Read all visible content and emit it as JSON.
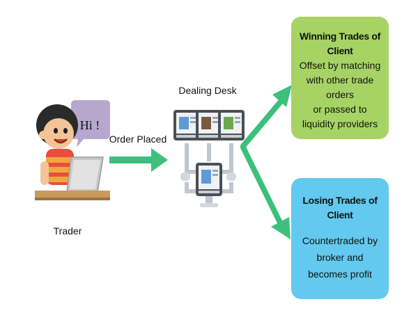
{
  "trader": {
    "speech": "Hi !",
    "label": "Trader"
  },
  "arrow_main": {
    "label": "Order Placed"
  },
  "dealing_desk": {
    "label": "Dealing Desk"
  },
  "winning_box": {
    "title": "Winning Trades of Client",
    "lines": [
      "Offset by matching",
      "with other trade orders",
      "or passed to",
      "liquidity providers"
    ]
  },
  "losing_box": {
    "title": "Losing Trades of Client",
    "lines": [
      "Countertraded by",
      "broker and",
      "becomes profit"
    ]
  },
  "colors": {
    "arrow": "#3cc07c",
    "winning_bg": "#a6d364",
    "losing_bg": "#63c9ee"
  }
}
